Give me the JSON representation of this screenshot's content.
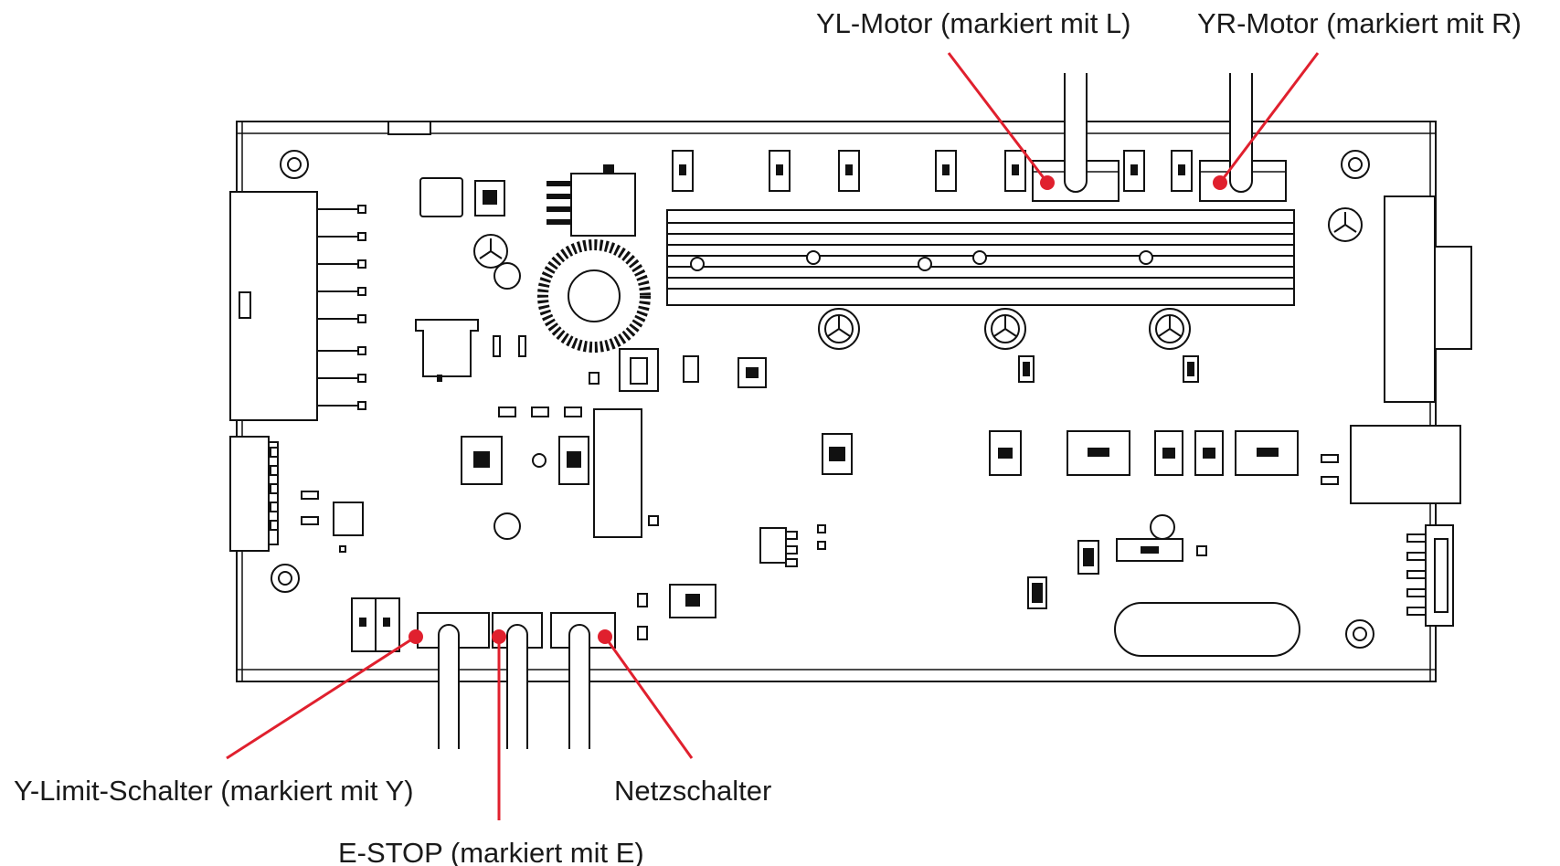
{
  "callouts": {
    "yl_motor": "YL-Motor (markiert mit L)",
    "yr_motor": "YR-Motor (markiert mit R)",
    "y_limit": "Y-Limit-Schalter (markiert mit Y)",
    "e_stop": "E-STOP (markiert mit E)",
    "netzschalter": "Netzschalter"
  },
  "colors": {
    "callout": "#e0202e",
    "outline": "#111111",
    "background": "#ffffff"
  }
}
